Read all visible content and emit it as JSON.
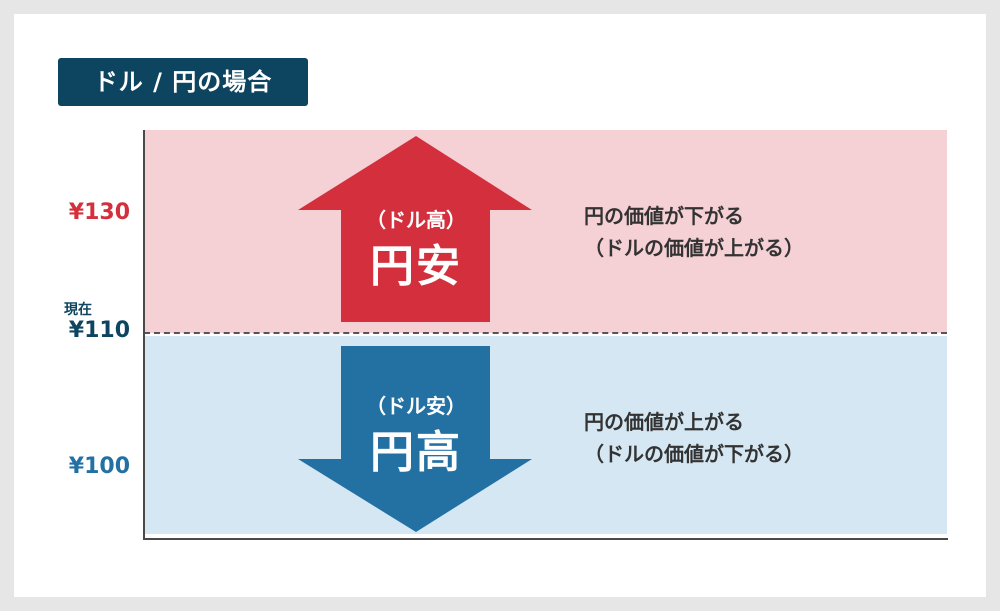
{
  "title": "ドル / 円の場合",
  "colors": {
    "badge": "#0d4560",
    "top_zone": "#f5d0d5",
    "bottom_zone": "#d5e7f3",
    "red": "#d32f3c",
    "blue": "#2370a3",
    "current": "#0d4560"
  },
  "axis": {
    "label_130": "¥130",
    "current_label": "現在",
    "label_110": "¥110",
    "label_100": "¥100"
  },
  "up_arrow": {
    "small_label": "（ドル高）",
    "big_label": "円安",
    "desc_line1": "円の価値が下がる",
    "desc_line2": "（ドルの価値が上がる）"
  },
  "down_arrow": {
    "small_label": "（ドル安）",
    "big_label": "円高",
    "desc_line1": "円の価値が上がる",
    "desc_line2": "（ドルの価値が下がる）"
  }
}
